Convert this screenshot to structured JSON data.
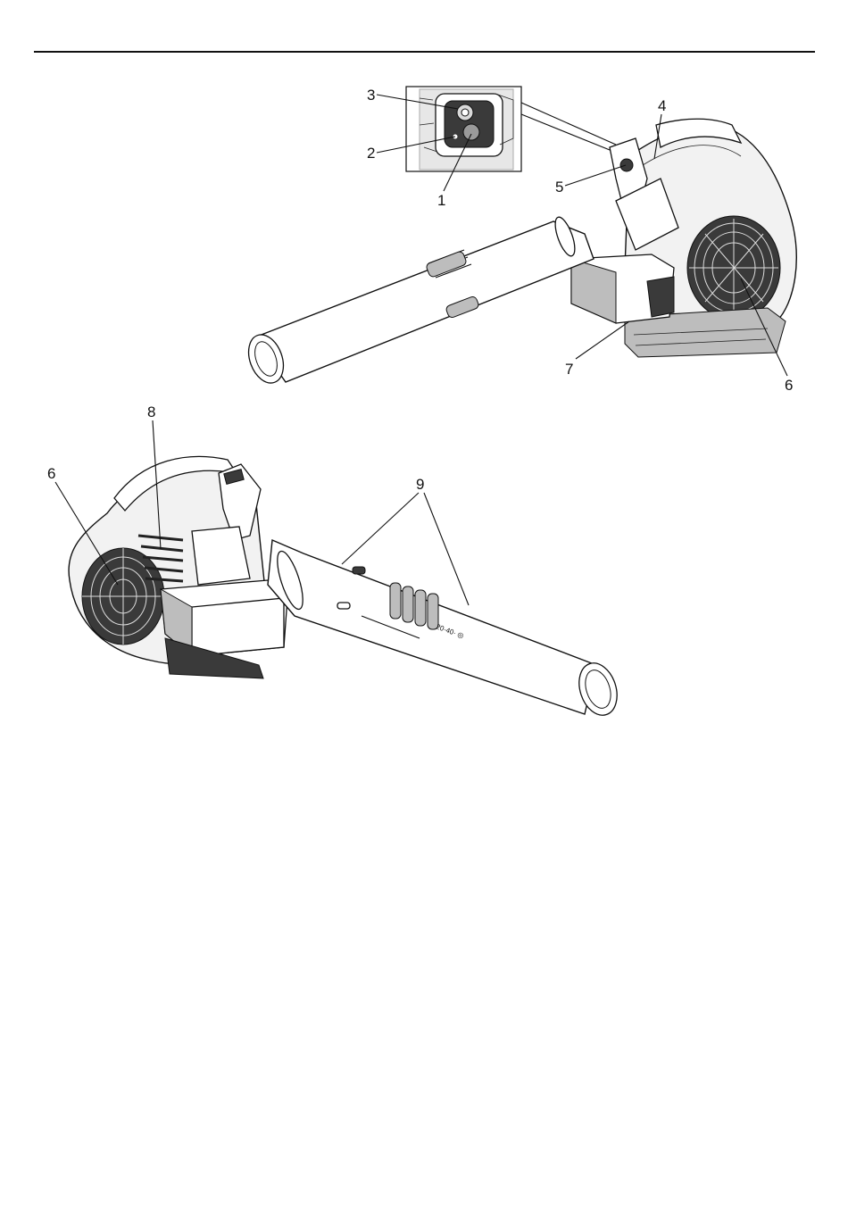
{
  "figure_top": {
    "callouts": [
      "1",
      "2",
      "3",
      "4",
      "5",
      "6",
      "7"
    ]
  },
  "figure_bottom": {
    "callouts": [
      "6",
      "8",
      "9"
    ],
    "tube_marking": "20·40· ◎"
  },
  "colors": {
    "line": "#111111",
    "shade_dark": "#3a3a3a",
    "shade_mid": "#bdbdbd",
    "fill_light": "#f2f2f2"
  }
}
